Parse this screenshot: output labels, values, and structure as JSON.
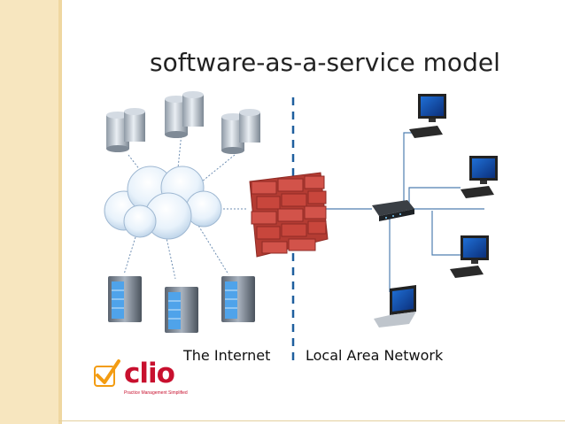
{
  "title": "software-as-a-service model",
  "labels": {
    "internet": "The Internet",
    "lan": "Local Area Network"
  },
  "logo": {
    "name": "clio",
    "tagline": "Practice Management Simplified"
  },
  "colors": {
    "background_band": "#f7e6bf",
    "firewall_brick": "#c8463c",
    "divider": "#1f5f9e",
    "link_line": "#6f8fb3",
    "lan_line": "#4f7fb0",
    "logo_red": "#c8102e",
    "checkbox_orange": "#f39c12"
  }
}
